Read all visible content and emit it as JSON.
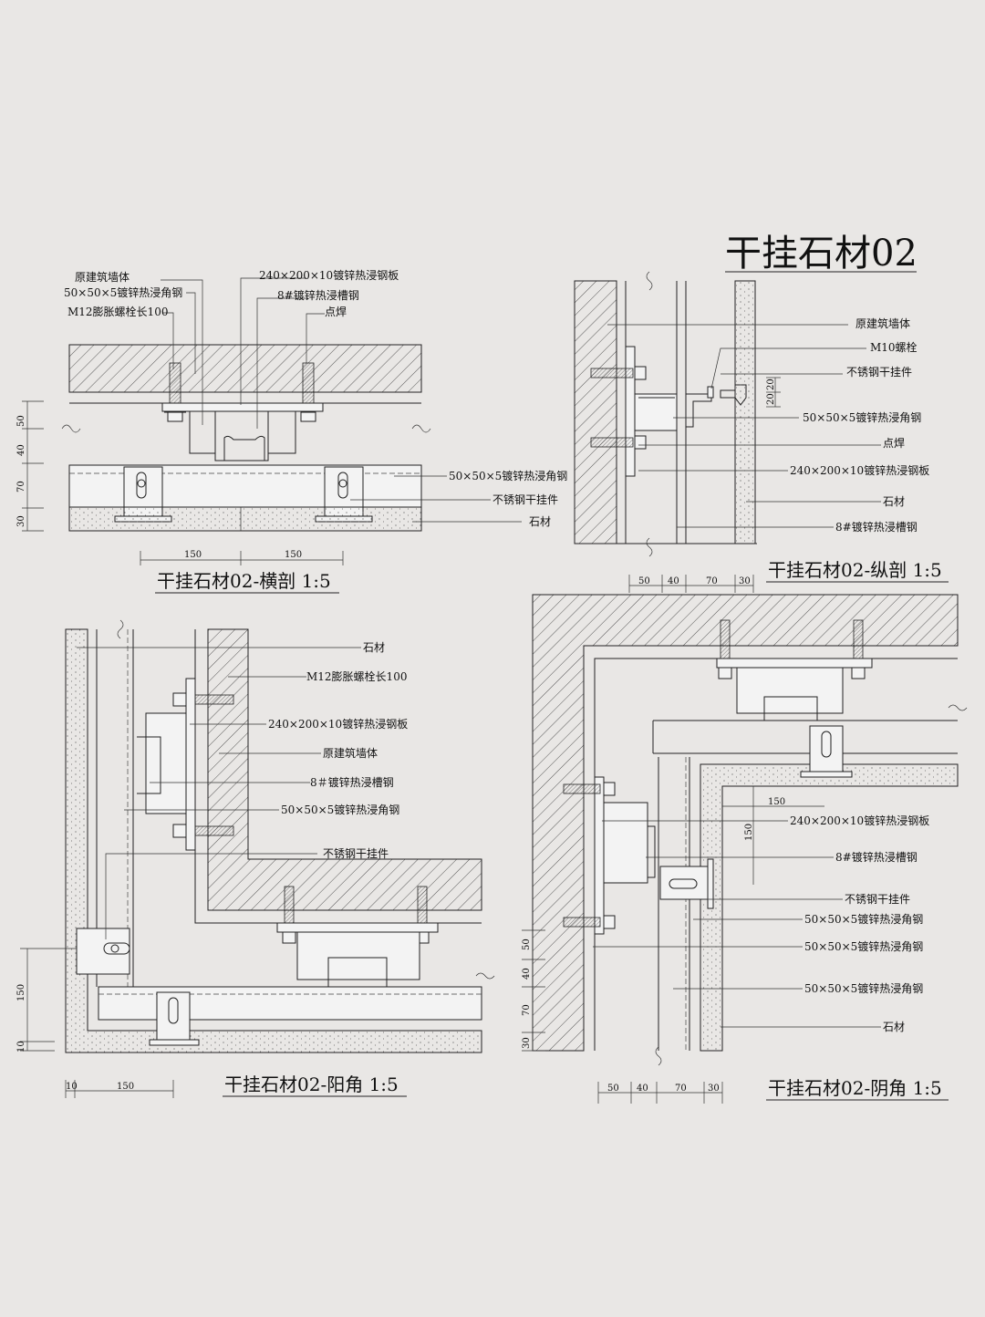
{
  "title": "干挂石材02",
  "views": {
    "hengpou": {
      "title": "干挂石材02-横剖 1:5",
      "labels": [
        "原建筑墙体",
        "50×50×5镀锌热浸角钢",
        "M12膨胀螺栓长100",
        "240×200×10镀锌热浸钢板",
        "8#镀锌热浸槽钢",
        "点焊",
        "50×50×5镀锌热浸角钢",
        "不锈钢干挂件",
        "石材"
      ],
      "dims_v": [
        "50",
        "40",
        "70",
        "30"
      ],
      "dims_h": [
        "150",
        "150"
      ]
    },
    "zongpou": {
      "title": "干挂石材02-纵剖 1:5",
      "labels": [
        "原建筑墙体",
        "M10螺栓",
        "不锈钢干挂件",
        "50×50×5镀锌热浸角钢",
        "点焊",
        "240×200×10镀锌热浸钢板",
        "石材",
        "8#镀锌热浸槽钢"
      ],
      "dims_h": [
        "50",
        "40",
        "70",
        "30"
      ],
      "dims_v": [
        "20",
        "20"
      ]
    },
    "yangjiao": {
      "title": "干挂石材02-阳角 1:5",
      "labels": [
        "石材",
        "M12膨胀螺栓长100",
        "240×200×10镀锌热浸钢板",
        "原建筑墙体",
        "8＃镀锌热浸槽钢",
        "50×50×5镀锌热浸角钢",
        "不锈钢干挂件"
      ],
      "dims_v": [
        "150",
        "10"
      ],
      "dims_h": [
        "10",
        "150"
      ]
    },
    "yinjiao": {
      "title": "干挂石材02-阴角 1:5",
      "labels": [
        "240×200×10镀锌热浸钢板",
        "8#镀锌热浸槽钢",
        "不锈钢干挂件",
        "50×50×5镀锌热浸角钢",
        "50×50×5镀锌热浸角钢",
        "50×50×5镀锌热浸角钢",
        "石材"
      ],
      "dims_v": [
        "50",
        "40",
        "70",
        "30"
      ],
      "dims_h": [
        "50",
        "40",
        "70",
        "30"
      ],
      "dims_misc": [
        "150",
        "150"
      ]
    }
  }
}
